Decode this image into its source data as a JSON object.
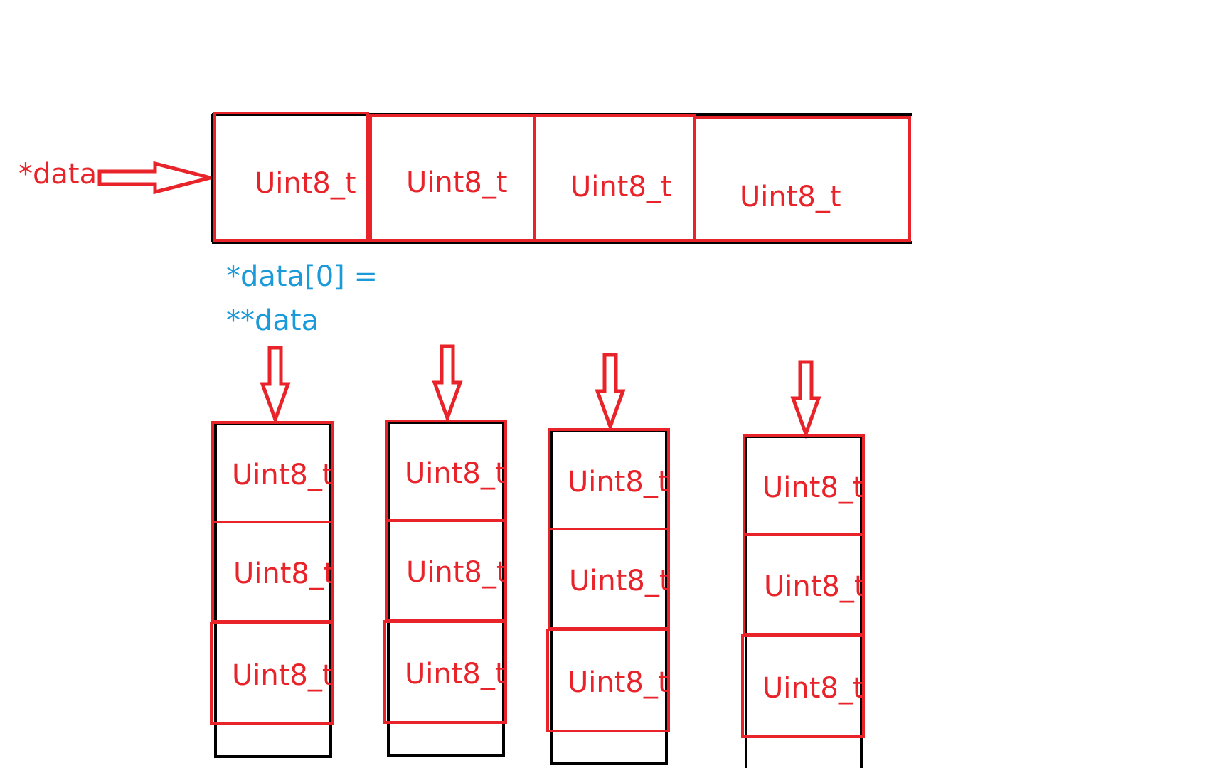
{
  "colors": {
    "red": "#e8232a",
    "black": "#000000",
    "blue": "#1a9ad8"
  },
  "pointer_label": "*data",
  "top_row_cells": [
    "Uint8_t",
    "Uint8_t",
    "Uint8_t",
    "Uint8_t"
  ],
  "note_line1": "*data[0] =",
  "note_line2": "**data",
  "columns": [
    {
      "cells": [
        "Uint8_t",
        "Uint8_t",
        "Uint8_t"
      ]
    },
    {
      "cells": [
        "Uint8_t",
        "Uint8_t",
        "Uint8_t"
      ]
    },
    {
      "cells": [
        "Uint8_t",
        "Uint8_t",
        "Uint8_t"
      ]
    },
    {
      "cells": [
        "Uint8_t",
        "Uint8_t",
        "Uint8_t"
      ]
    }
  ]
}
